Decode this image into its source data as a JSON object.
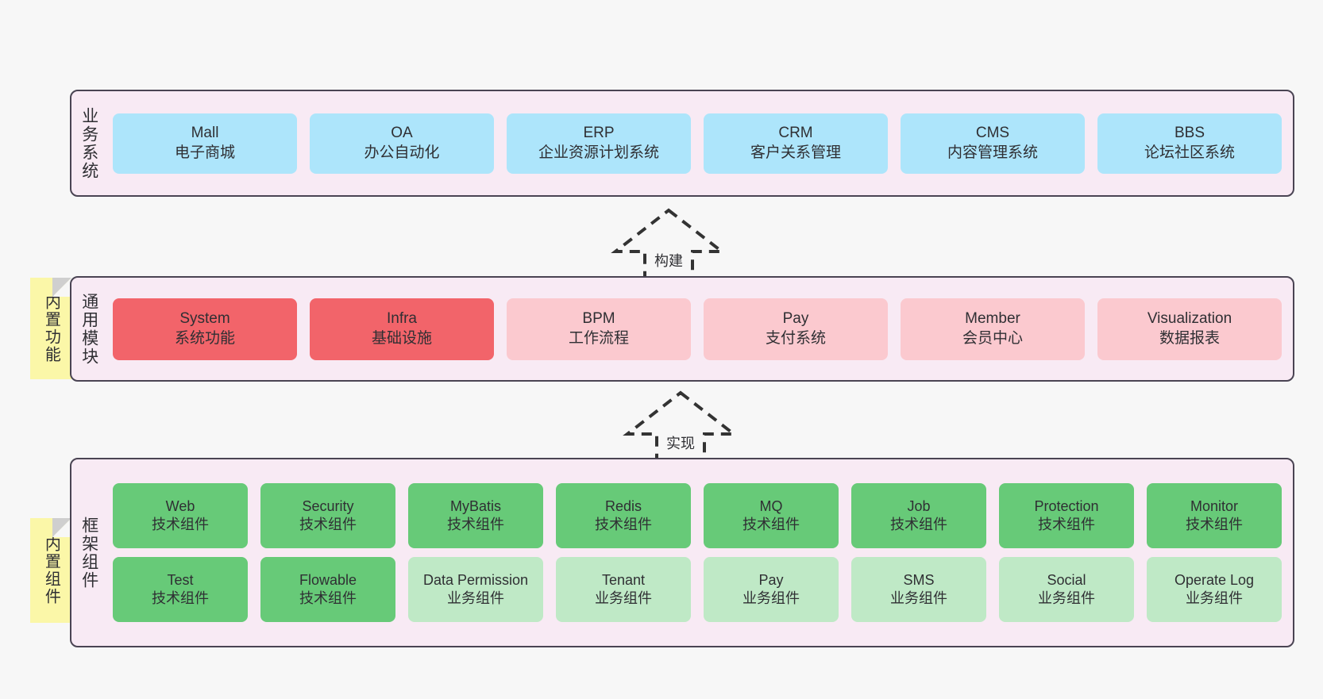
{
  "diagram": {
    "background_color": "#f7f7f7",
    "panel_fill": "#f8eaf4",
    "panel_border": "#4a4453"
  },
  "layers": [
    {
      "id": "business",
      "title": "业务系统",
      "card_color": "#ade5fb",
      "rows": [
        {
          "cards": [
            {
              "en": "Mall",
              "cn": "电子商城"
            },
            {
              "en": "OA",
              "cn": "办公自动化"
            },
            {
              "en": "ERP",
              "cn": "企业资源计划系统"
            },
            {
              "en": "CRM",
              "cn": "客户关系管理"
            },
            {
              "en": "CMS",
              "cn": "内容管理系统"
            },
            {
              "en": "BBS",
              "cn": "论坛社区系统"
            }
          ]
        }
      ]
    },
    {
      "id": "modules",
      "title": "通用模块",
      "rows": [
        {
          "cards": [
            {
              "en": "System",
              "cn": "系统功能",
              "color": "#f2646a"
            },
            {
              "en": "Infra",
              "cn": "基础设施",
              "color": "#f2646a"
            },
            {
              "en": "BPM",
              "cn": "工作流程",
              "color": "#fbc9cf"
            },
            {
              "en": "Pay",
              "cn": "支付系统",
              "color": "#fbc9cf"
            },
            {
              "en": "Member",
              "cn": "会员中心",
              "color": "#fbc9cf"
            },
            {
              "en": "Visualization",
              "cn": "数据报表",
              "color": "#fbc9cf"
            }
          ]
        }
      ]
    },
    {
      "id": "framework",
      "title": "框架组件",
      "rows": [
        {
          "cards": [
            {
              "en": "Web",
              "cn": "技术组件",
              "color": "#67ca78"
            },
            {
              "en": "Security",
              "cn": "技术组件",
              "color": "#67ca78"
            },
            {
              "en": "MyBatis",
              "cn": "技术组件",
              "color": "#67ca78"
            },
            {
              "en": "Redis",
              "cn": "技术组件",
              "color": "#67ca78"
            },
            {
              "en": "MQ",
              "cn": "技术组件",
              "color": "#67ca78"
            },
            {
              "en": "Job",
              "cn": "技术组件",
              "color": "#67ca78"
            },
            {
              "en": "Protection",
              "cn": "技术组件",
              "color": "#67ca78"
            },
            {
              "en": "Monitor",
              "cn": "技术组件",
              "color": "#67ca78"
            }
          ]
        },
        {
          "cards": [
            {
              "en": "Test",
              "cn": "技术组件",
              "color": "#67ca78"
            },
            {
              "en": "Flowable",
              "cn": "技术组件",
              "color": "#67ca78"
            },
            {
              "en": "Data Permission",
              "cn": "业务组件",
              "color": "#bfe9c6"
            },
            {
              "en": "Tenant",
              "cn": "业务组件",
              "color": "#bfe9c6"
            },
            {
              "en": "Pay",
              "cn": "业务组件",
              "color": "#bfe9c6"
            },
            {
              "en": "SMS",
              "cn": "业务组件",
              "color": "#bfe9c6"
            },
            {
              "en": "Social",
              "cn": "业务组件",
              "color": "#bfe9c6"
            },
            {
              "en": "Operate Log",
              "cn": "业务组件",
              "color": "#bfe9c6"
            }
          ]
        }
      ]
    }
  ],
  "notes": [
    {
      "id": "builtin-function",
      "text": "内置功能",
      "color": "#fbf7a8"
    },
    {
      "id": "builtin-component",
      "text": "内置组件",
      "color": "#fbf7a8"
    }
  ],
  "arrows": [
    {
      "id": "build",
      "label": "构建",
      "style": "dashed-up-block-arrow"
    },
    {
      "id": "impl",
      "label": "实现",
      "style": "dashed-up-block-arrow"
    }
  ]
}
